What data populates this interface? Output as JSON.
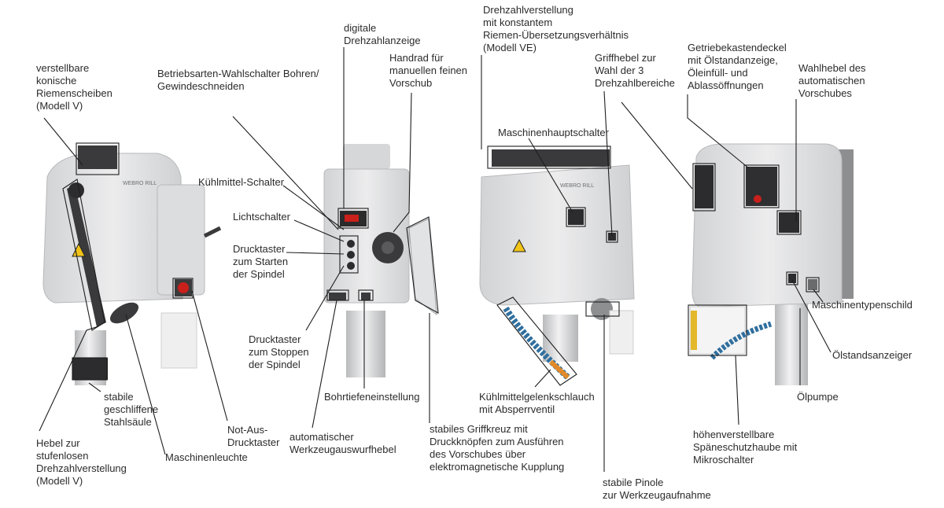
{
  "labels": {
    "verstellbare_riemenscheiben": "verstellbare\nkonische\nRiemenscheiben\n(Modell V)",
    "hebel_stufenlos": "Hebel zur\nstufenlosen\nDrehzahlverstellung\n(Modell V)",
    "stahlsaeule": "stabile\ngeschliffene\nStahlsäule",
    "maschinenleuchte": "Maschinenleuchte",
    "not_aus": "Not-Aus-\nDrucktaster",
    "betriebsarten": "Betriebsarten-Wahlschalter Bohren/\nGewindeschneiden",
    "digitale_drehzahlanzeige": "digitale\nDrehzahlanzeige",
    "handrad": "Handrad für\nmanuellen feinen\nVorschub",
    "kuehlmittel_schalter": "Kühlmittel-Schalter",
    "lichtschalter": "Lichtschalter",
    "drucktaster_start": "Drucktaster\nzum Starten\nder Spindel",
    "drucktaster_stop": "Drucktaster\nzum Stoppen\nder Spindel",
    "bohrtiefeneinstellung": "Bohrtiefeneinstellung",
    "werkzeugauswurfhebel": "automatischer\nWerkzeugauswurfhebel",
    "griffkreuz": "stabiles Griffkreuz mit\nDruckknöpfen zum Ausführen\ndes Vorschubes über\nelektromagnetische Kupplung",
    "drehzahlverstellung_ve": "Drehzahlverstellung\nmit konstantem\nRiemen-Übersetzungsverhältnis\n(Modell VE)",
    "maschinenhauptschalter": "Maschinenhauptschalter",
    "griffhebel": "Griffhebel zur\nWahl der 3\nDrehzahlbereiche",
    "kuehlmittelgelenkschlauch": "Kühlmittelgelenkschlauch\nmit Absperrventil",
    "pinole": "stabile Pinole\nzur Werkzeugaufnahme",
    "getriebekastendeckel": "Getriebekastendeckel\nmit Ölstandanzeige,\nÖleinfüll- und\nAblassöffnungen",
    "wahlhebel": "Wahlhebel des\nautomatischen\nVorschubes",
    "maschinentypenschild": "Maschinentypenschild",
    "oelstandsanzeiger": "Ölstandsanzeiger",
    "oelpumpe": "Ölpumpe",
    "spaeneschutzhaube": "höhenverstellbare\nSpäneschutzhaube mit\nMikroschalter"
  },
  "brand": "WEBRO RILL",
  "colors": {
    "machine_body": "#e4e5e6",
    "machine_shadow": "#c9cacc",
    "dark_part": "#3a3a3c",
    "red_button": "#c9201b",
    "hose_blue": "#2f6f9e",
    "hose_orange": "#e08a2c",
    "warning_yellow": "#f2c418"
  }
}
